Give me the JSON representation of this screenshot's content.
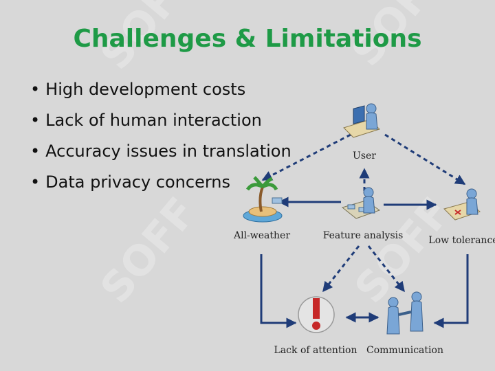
{
  "slide": {
    "title": "Challenges & Limitations",
    "bullets": [
      "High development costs",
      "Lack of human interaction",
      "Accuracy issues in translation",
      "Data privacy concerns"
    ]
  },
  "diagram": {
    "labels": {
      "user": "User",
      "all_weather": "All-weather",
      "feature_analysis": "Feature analysis",
      "low_tolerance": "Low tolerance",
      "lack_of_attention": "Lack of attention",
      "communication": "Communication"
    },
    "icons": {
      "user": "computer-user-icon",
      "all_weather": "island-tree-icon",
      "feature_analysis": "person-with-papers-icon",
      "low_tolerance": "person-at-desk-icon",
      "lack_of_attention": "exclamation-icon",
      "communication": "handshake-icon"
    }
  },
  "watermark": {
    "text": "SOFF"
  },
  "colors": {
    "title": "#1e9a46",
    "arrow": "#1f3c78",
    "exclamation": "#c62828"
  }
}
